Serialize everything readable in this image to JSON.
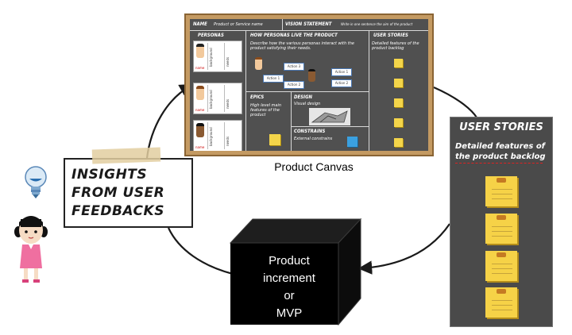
{
  "canvas_board": {
    "name_label": "NAME",
    "name_value": "Product or Service name",
    "vision_label": "VISION STATEMENT",
    "vision_value": "Write in one sentence the aim of the product",
    "personas_label": "PERSONAS",
    "persona_field_name": "name",
    "persona_field_background": "background",
    "persona_field_needs": "needs",
    "how_label": "HOW PERSONAS LIVE THE PRODUCT",
    "how_desc": "Describe how the various personas interact with the product satisfying their needs.",
    "action_1": "Action 1",
    "action_2": "Action 2",
    "action_3": "Action 3",
    "user_stories_label": "USER STORIES",
    "user_stories_desc": "Detailed features of the product backlog",
    "epics_label": "EPICS",
    "epics_desc": "High level main features of the product",
    "design_label": "DESIGN",
    "design_desc": "Visual design",
    "constrains_label": "CONSTRAINS",
    "constrains_desc": "External constrains"
  },
  "canvas_caption": "Product Canvas",
  "insights_text": "INSIGHTS FROM USER FEEDBACKS",
  "increment_lines": [
    "Product",
    "increment",
    "or",
    "MVP"
  ],
  "user_stories_panel": {
    "title": "USER STORIES",
    "subtitle": "Detailed features of the product backlog"
  },
  "colors": {
    "board_frame": "#c49a62",
    "board_surface": "#505050",
    "sticky_note": "#f6d247",
    "arrow": "#1a1a1a",
    "increment_box": "#000000"
  },
  "icons": [
    "lightbulb-icon",
    "person-icon",
    "sticky-note-icon"
  ]
}
